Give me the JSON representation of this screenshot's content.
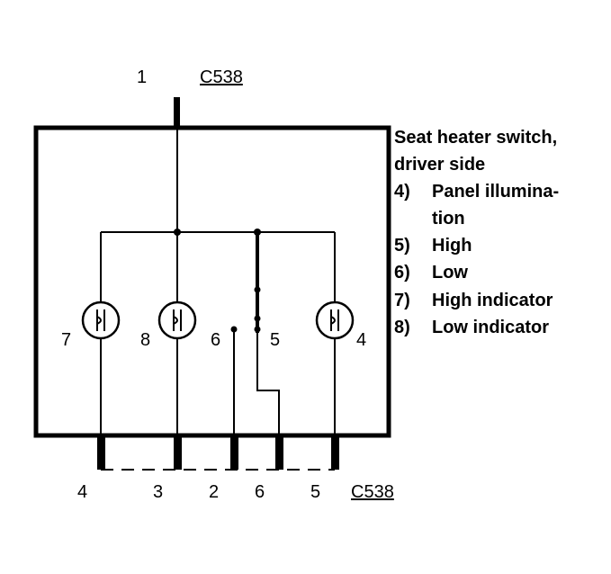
{
  "connector": {
    "top_pin": "1",
    "top_name": "C538",
    "bottom_name": "C538",
    "bottom_pins": [
      "4",
      "3",
      "2",
      "6",
      "5"
    ]
  },
  "components": {
    "lamp_left": "7",
    "lamp_mid": "8",
    "contact_low": "6",
    "contact_high": "5",
    "lamp_right": "4"
  },
  "legend": {
    "title_line1": "Seat heater switch,",
    "title_line2": "driver side",
    "items": [
      {
        "num": "4)",
        "text": "Panel illumina-",
        "text2": "tion"
      },
      {
        "num": "5)",
        "text": "High"
      },
      {
        "num": "6)",
        "text": "Low"
      },
      {
        "num": "7)",
        "text": "High indicator"
      },
      {
        "num": "8)",
        "text": "Low indicator"
      }
    ]
  }
}
